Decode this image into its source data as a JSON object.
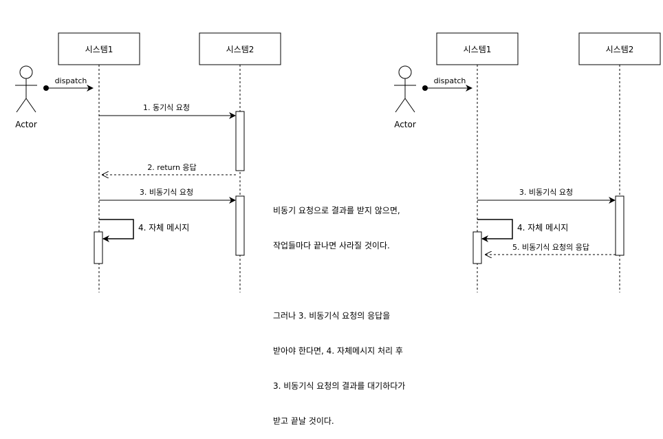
{
  "left": {
    "system1": "시스템1",
    "system2": "시스템2",
    "actor": "Actor",
    "dispatch": "dispatch",
    "msg1": "1. 동기식 요청",
    "msg2": "2. return 응답",
    "msg3": "3. 비동기식 요청",
    "msg4": "4. 자체 메시지"
  },
  "note": {
    "line1": "비동기 요청으로 결과를 받지 않으면,",
    "line2": "작업들마다 끝나면 사라질 것이다.",
    "line3": "그러나 3. 비동기식 요청의 응답을",
    "line4": "받아야 한다면, 4. 자체메시지 처리 후",
    "line5": "3. 비동기식 요청의 결과를 대기하다가",
    "line6": "받고 끝날 것이다."
  },
  "right": {
    "system1": "시스템1",
    "system2": "시스템2",
    "actor": "Actor",
    "dispatch": "dispatch",
    "msg3": "3. 비동기식 요청",
    "msg4": "4. 자체 메시지",
    "msg5": "5. 비동기식 요청의 응답"
  }
}
